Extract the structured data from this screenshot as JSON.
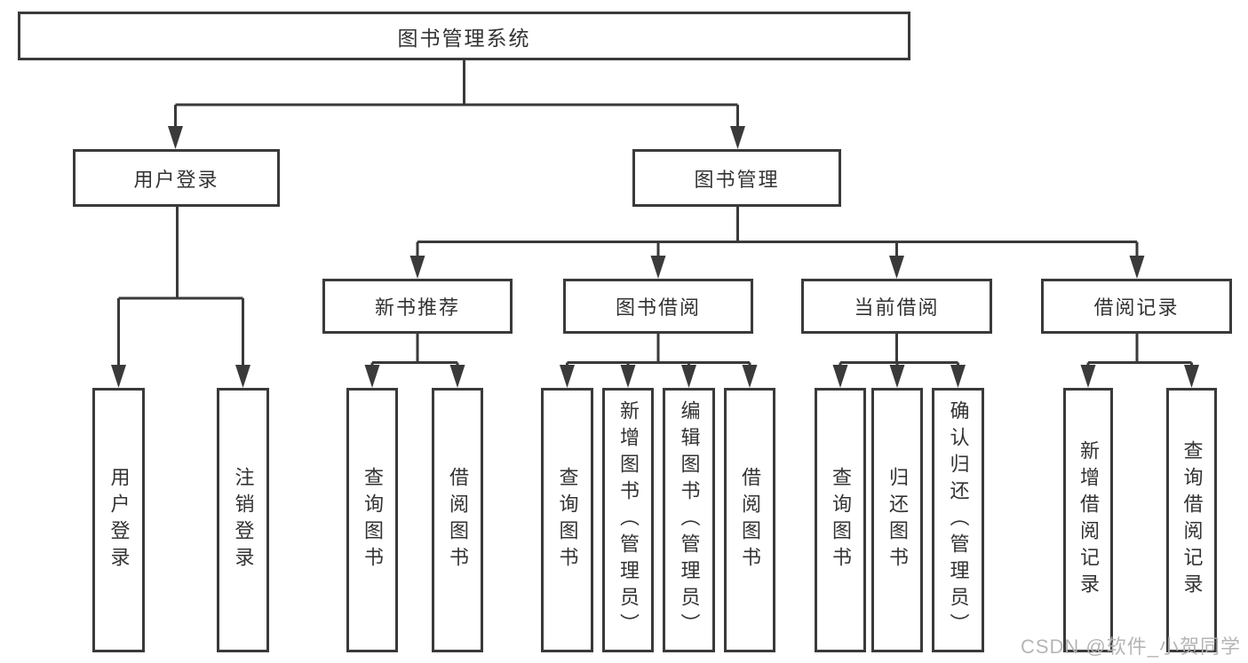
{
  "diagram": {
    "root": {
      "label": "图书管理系统"
    },
    "branches": [
      {
        "label": "用户登录",
        "leaves": [
          "用户登录",
          "注销登录"
        ]
      },
      {
        "label": "图书管理",
        "groups": [
          {
            "label": "新书推荐",
            "leaves": [
              "查询图书",
              "借阅图书"
            ]
          },
          {
            "label": "图书借阅",
            "leaves": [
              "查询图书",
              "新增图书（管理员）",
              "编辑图书（管理员）",
              "借阅图书"
            ]
          },
          {
            "label": "当前借阅",
            "leaves": [
              "查询图书",
              "归还图书",
              "确认归还（管理员）"
            ]
          },
          {
            "label": "借阅记录",
            "leaves": [
              "新增借阅记录",
              "查询借阅记录"
            ]
          }
        ]
      }
    ]
  },
  "watermark": {
    "text": "CSDN @软件_小贺同学"
  },
  "colors": {
    "line": "#3a3a3a",
    "box_border": "#3a3a3a",
    "text": "#333333",
    "watermark": "#b2b2b2",
    "background": "#ffffff"
  }
}
